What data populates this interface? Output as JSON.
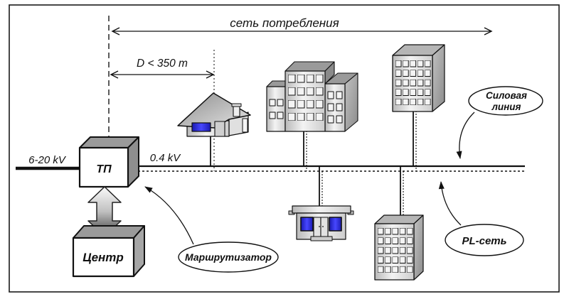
{
  "labels": {
    "consumption_network": "сеть потребления",
    "distance": "D < 350 m",
    "medium_voltage": "6-20 kV",
    "low_voltage": "0.4 kV"
  },
  "nodes": {
    "substation": "ТП",
    "center": "Центр"
  },
  "callouts": {
    "router": "Маршрутизатор",
    "power_line_line1": "Силовая",
    "power_line_line2": "линия",
    "pl_network": "PL-сеть"
  },
  "colors": {
    "window_blue": "#2727d8",
    "building_gray": "#d9d9d9",
    "line_black": "#111111",
    "background": "#ffffff"
  }
}
